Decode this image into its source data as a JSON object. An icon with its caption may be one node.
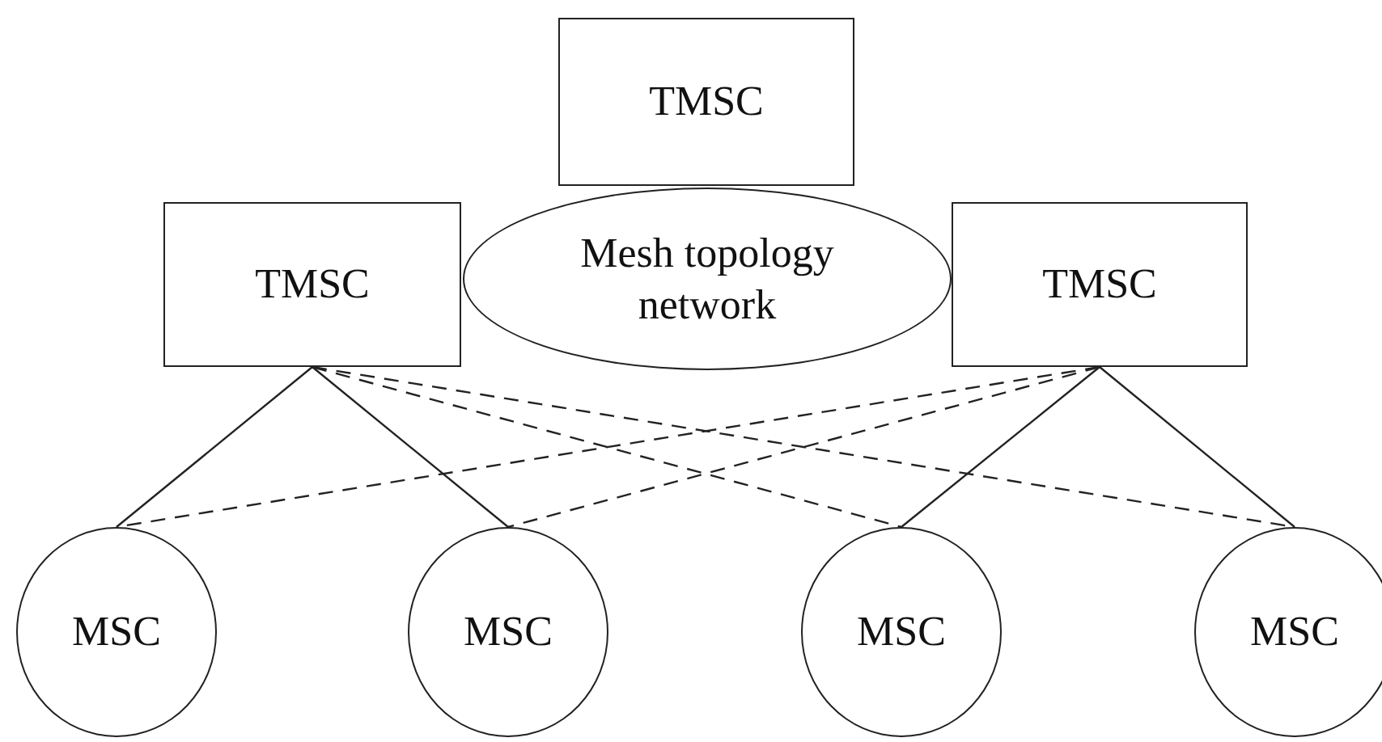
{
  "diagram": {
    "nodes": [
      {
        "text": [
          "TMSC"
        ]
      },
      {
        "text": [
          "TMSC"
        ]
      },
      {
        "text": [
          "Mesh topology network"
        ]
      },
      {
        "text": [
          "TMSC"
        ]
      },
      {
        "text": [
          "MSC"
        ]
      },
      {
        "text": [
          "MSC"
        ]
      },
      {
        "text": [
          "MSC"
        ]
      },
      {
        "text": [
          "MSC"
        ]
      }
    ],
    "edges": [
      {
        "from": 1,
        "to": 4,
        "arrow": "none"
      },
      {
        "from": 1,
        "to": 5,
        "arrow": "none"
      },
      {
        "from": 1,
        "to": 6,
        "arrow": "none",
        "style": "dashed"
      },
      {
        "from": 1,
        "to": 7,
        "arrow": "none",
        "style": "dashed"
      },
      {
        "from": 3,
        "to": 4,
        "arrow": "none",
        "style": "dashed"
      },
      {
        "from": 3,
        "to": 5,
        "arrow": "none",
        "style": "dashed"
      },
      {
        "from": 3,
        "to": 6,
        "arrow": "none"
      },
      {
        "from": 3,
        "to": 7,
        "arrow": "none"
      }
    ]
  }
}
